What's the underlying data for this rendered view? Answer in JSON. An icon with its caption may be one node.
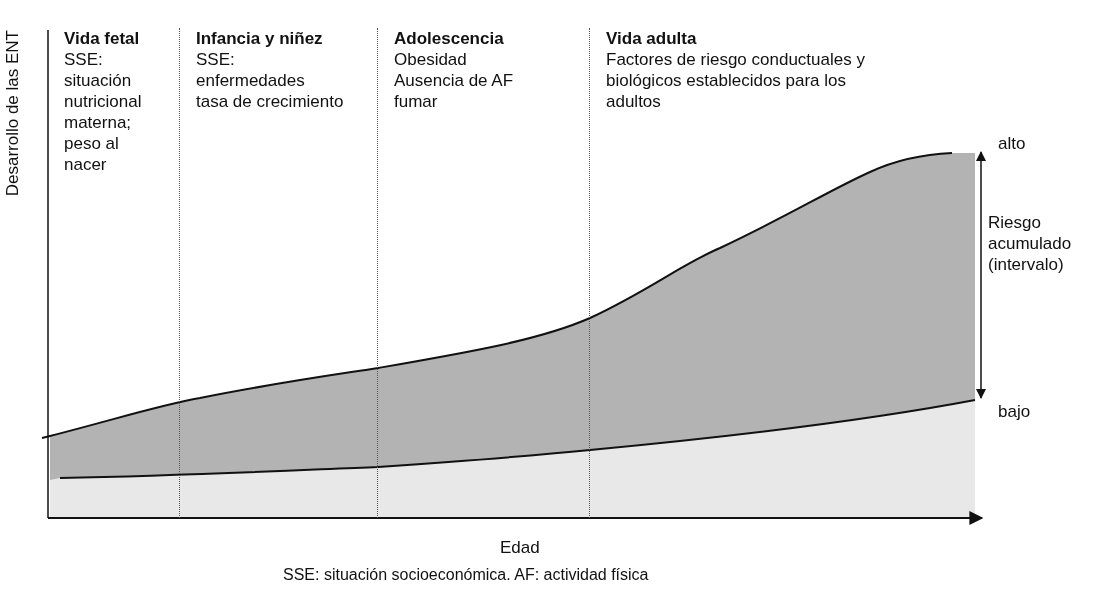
{
  "diagram": {
    "caption": "SSE: situación socioeconómica. AF: actividad física",
    "nodes": [
      {
        "text": [
          "Vida fetal",
          "SSE: situación nutricional materna; peso al nacer"
        ]
      },
      {
        "text": [
          "Infancia y niñez",
          "SSE: enfermedades",
          "tasa de crecimiento"
        ]
      },
      {
        "text": [
          "Adolescencia",
          "Obesidad",
          "Ausencia de AF",
          "fumar"
        ]
      },
      {
        "text": [
          "Vida adulta",
          "Factores de riesgo conductuales y biológicos establecidos para los adultos"
        ]
      }
    ],
    "edges": [],
    "labels": [
      "Desarrollo de las ENT",
      "alto",
      "Riesgo acumulado (intervalo)",
      "bajo",
      "Edad"
    ]
  }
}
